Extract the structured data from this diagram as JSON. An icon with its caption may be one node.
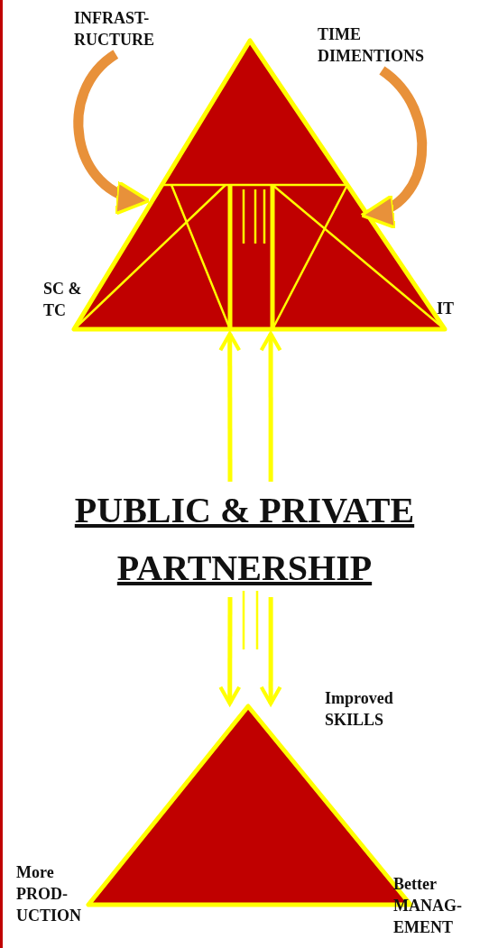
{
  "diagram": {
    "nodes": [
      {
        "text": [],
        "shape": "triangle"
      },
      {
        "text": [
          "INFRAST- RUCTURE"
        ]
      },
      {
        "text": [
          "TIME DIMENTIONS"
        ]
      },
      {
        "text": [
          "PUBLIC & PRIVATE PARTNERSHIP"
        ]
      },
      {
        "text": [],
        "shape": "triangle"
      }
    ],
    "edges": [
      {
        "from": 1,
        "to": 0,
        "arrow": "to",
        "style": "thick",
        "color": "#e8913a"
      },
      {
        "from": 2,
        "to": 0,
        "arrow": "to",
        "style": "thick",
        "color": "#e8913a"
      },
      {
        "from": 3,
        "to": 0,
        "arrow": "to"
      },
      {
        "from": 3,
        "to": 0,
        "arrow": "to"
      },
      {
        "from": 3,
        "to": 4,
        "arrow": "to"
      },
      {
        "from": 3,
        "to": 4,
        "arrow": "to"
      }
    ],
    "labels": [
      "SC & TC",
      "IT",
      "Improved SKILLS",
      "More PROD- UCTION",
      "Better MANAG- EMENT"
    ]
  }
}
